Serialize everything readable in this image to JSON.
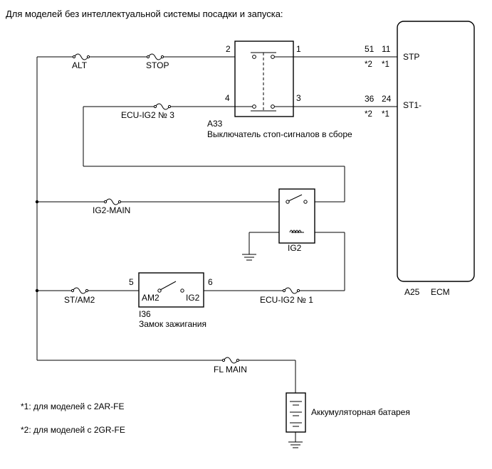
{
  "header": "Для моделей без интеллектуальной системы посадки и запуска:",
  "fuses": {
    "alt": "ALT",
    "stop": "STOP",
    "ecu_ig2_3": "ECU-IG2 № 3",
    "ig2_main": "IG2-MAIN",
    "st_am2": "ST/AM2",
    "ecu_ig2_1": "ECU-IG2 № 1",
    "fl_main": "FL MAIN"
  },
  "stop_switch": {
    "code": "A33",
    "name": "Выключатель стоп-сигналов в сборе",
    "pin2": "2",
    "pin1": "1",
    "pin4": "4",
    "pin3": "3"
  },
  "ecm": {
    "code": "A25",
    "name": "ECM",
    "stp_label": "STP",
    "st1_label": "ST1-",
    "stp_pin_a": "51",
    "stp_pin_b": "11",
    "stp_note_a": "*2",
    "stp_note_b": "*1",
    "st1_pin_a": "36",
    "st1_pin_b": "24",
    "st1_note_a": "*2",
    "st1_note_b": "*1"
  },
  "relay": {
    "label": "IG2"
  },
  "ignition": {
    "code": "I36",
    "name": "Замок зажигания",
    "am2": "AM2",
    "ig2": "IG2",
    "pin5": "5",
    "pin6": "6"
  },
  "battery": {
    "name": "Аккумуляторная батарея"
  },
  "notes": {
    "note1": "*1: для моделей с 2AR-FE",
    "note2": "*2: для моделей с 2GR-FE"
  }
}
